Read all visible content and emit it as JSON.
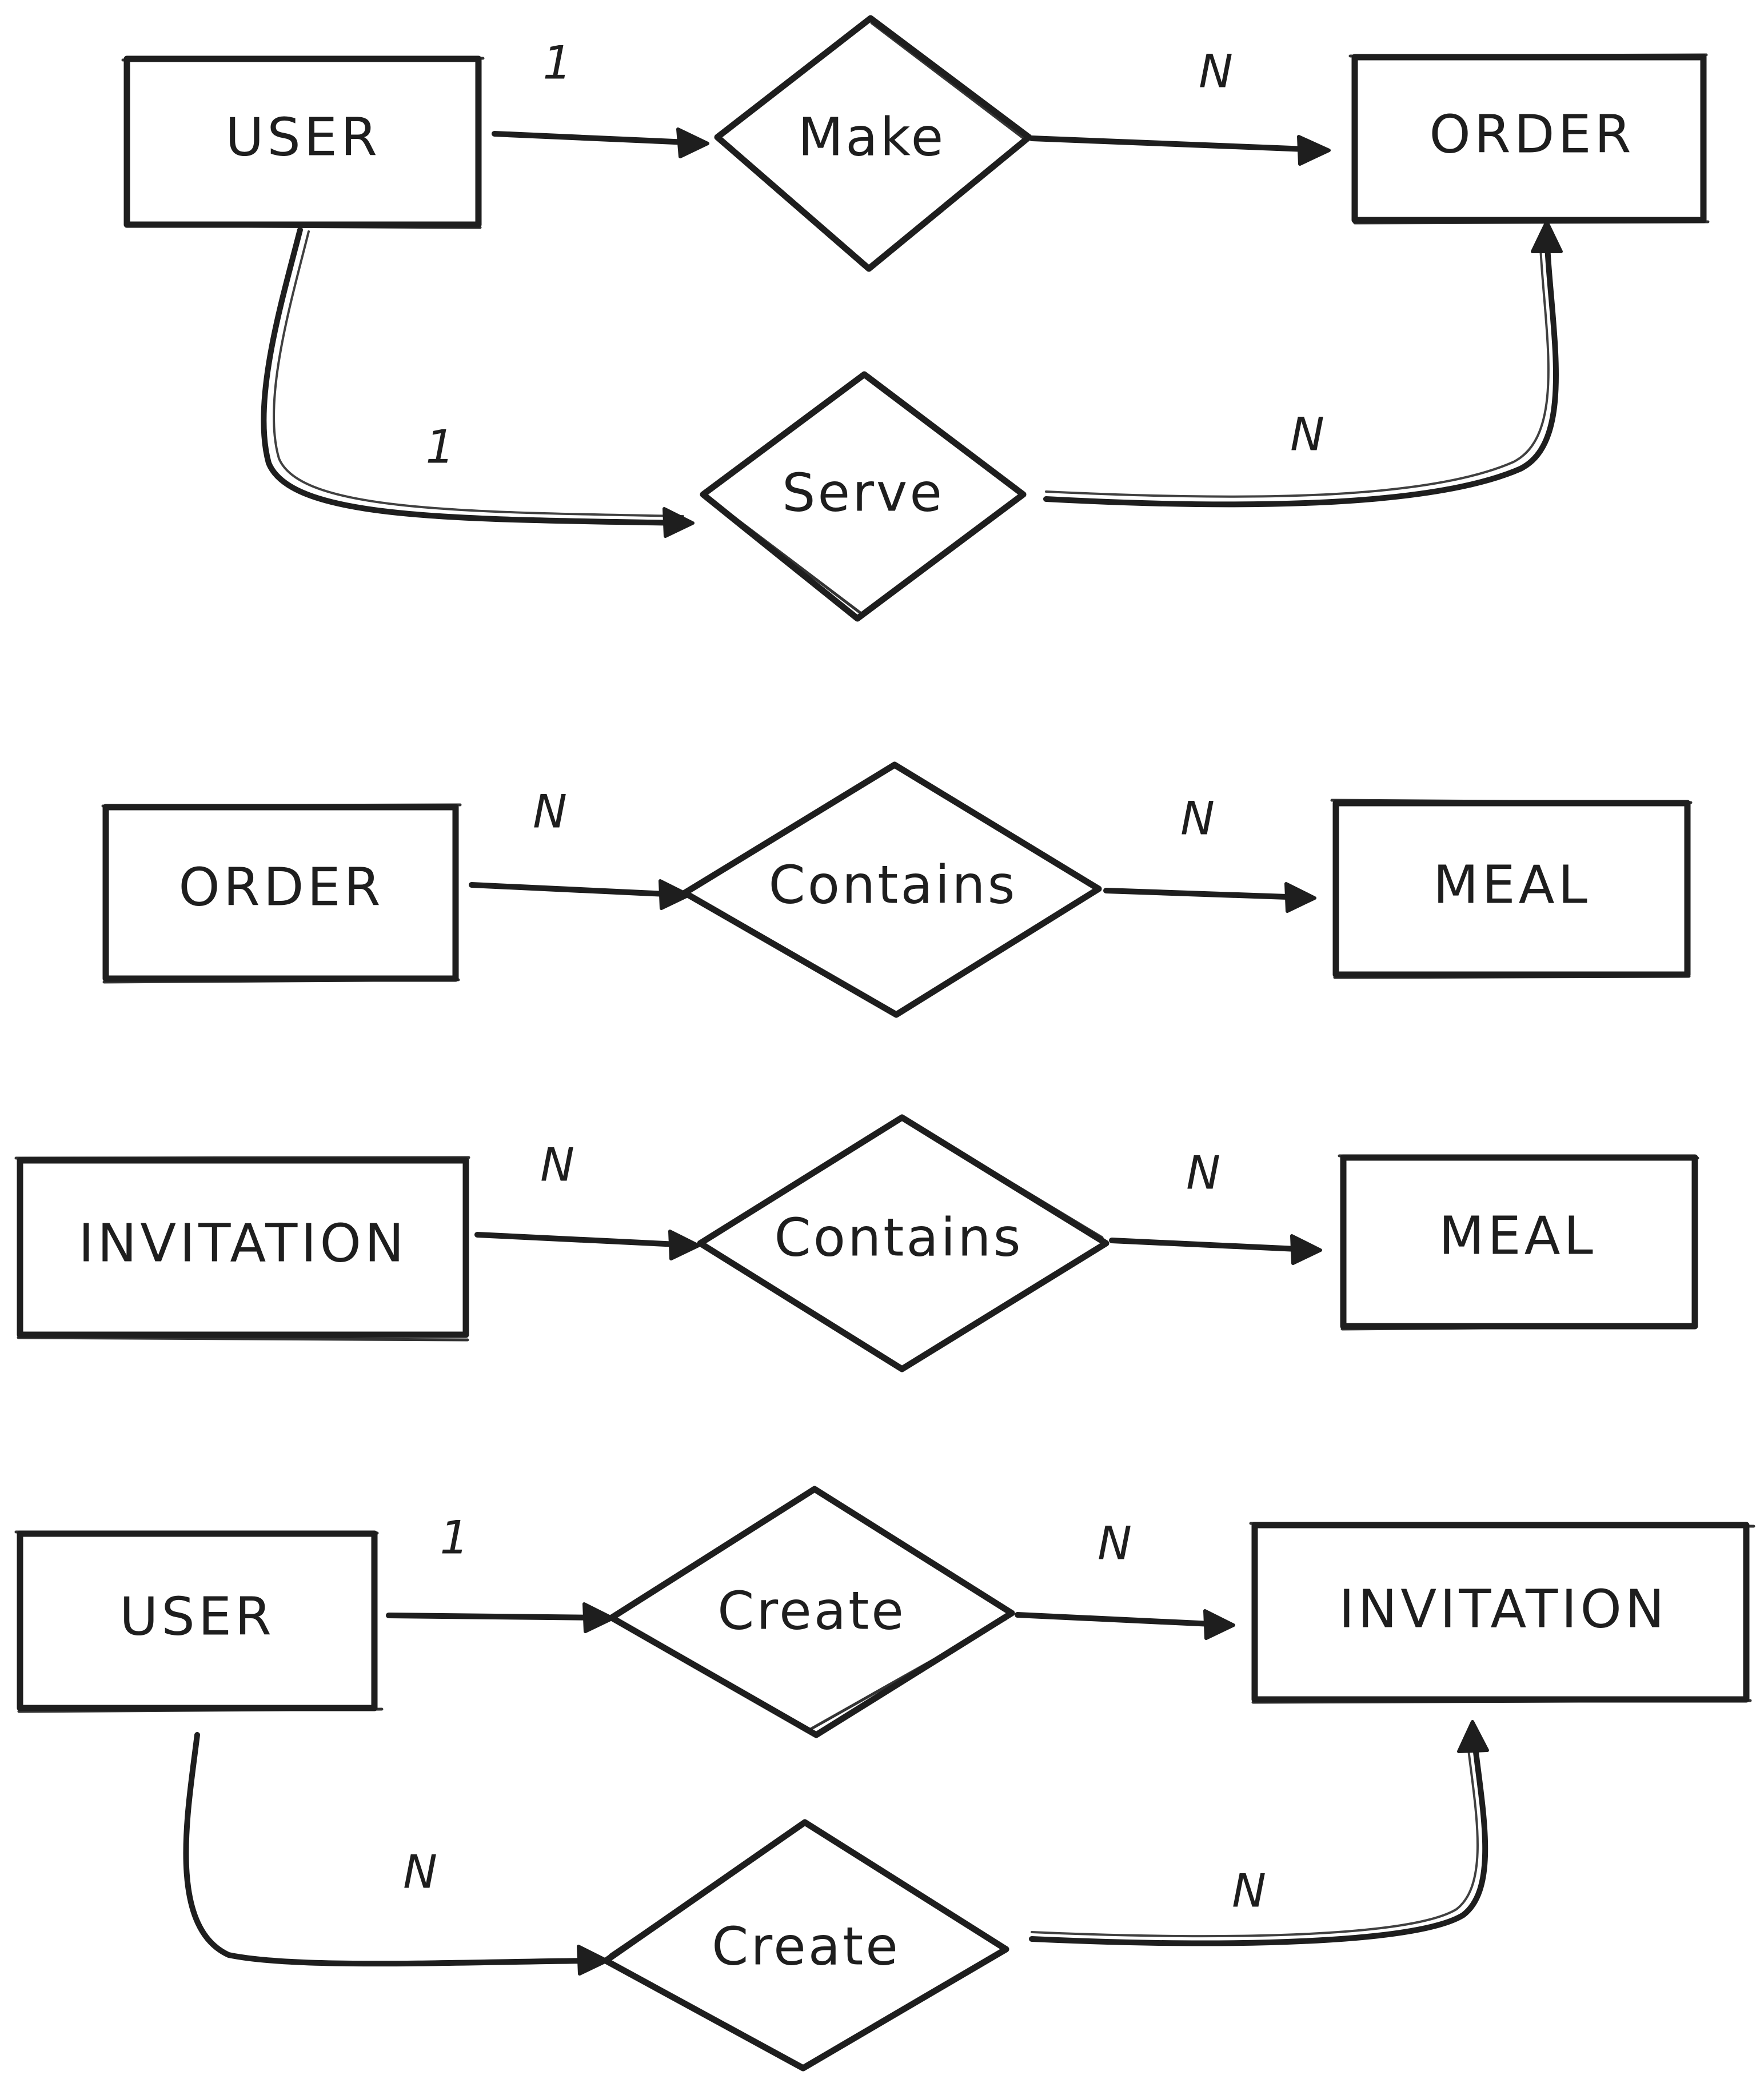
{
  "diagram": {
    "colors": {
      "stroke": "#1e1e1e",
      "background": "#ffffff"
    },
    "group1": {
      "user": "USER",
      "make": "Make",
      "order": "ORDER",
      "serve": "Serve",
      "card_user_make": "1",
      "card_make_order": "N",
      "card_user_serve": "1",
      "card_serve_order": "N"
    },
    "group2": {
      "order": "ORDER",
      "contains": "Contains",
      "meal": "MEAL",
      "card_order_contains": "N",
      "card_contains_meal": "N"
    },
    "group3": {
      "invitation": "INVITATION",
      "contains": "Contains",
      "meal": "MEAL",
      "card_invitation_contains": "N",
      "card_contains_meal": "N"
    },
    "group4": {
      "user": "USER",
      "create_top": "Create",
      "invitation": "INVITATION",
      "create_bottom": "Create",
      "card_user_create_top": "1",
      "card_create_top_invitation": "N",
      "card_user_create_bottom": "N",
      "card_create_bottom_invitation": "N"
    }
  }
}
